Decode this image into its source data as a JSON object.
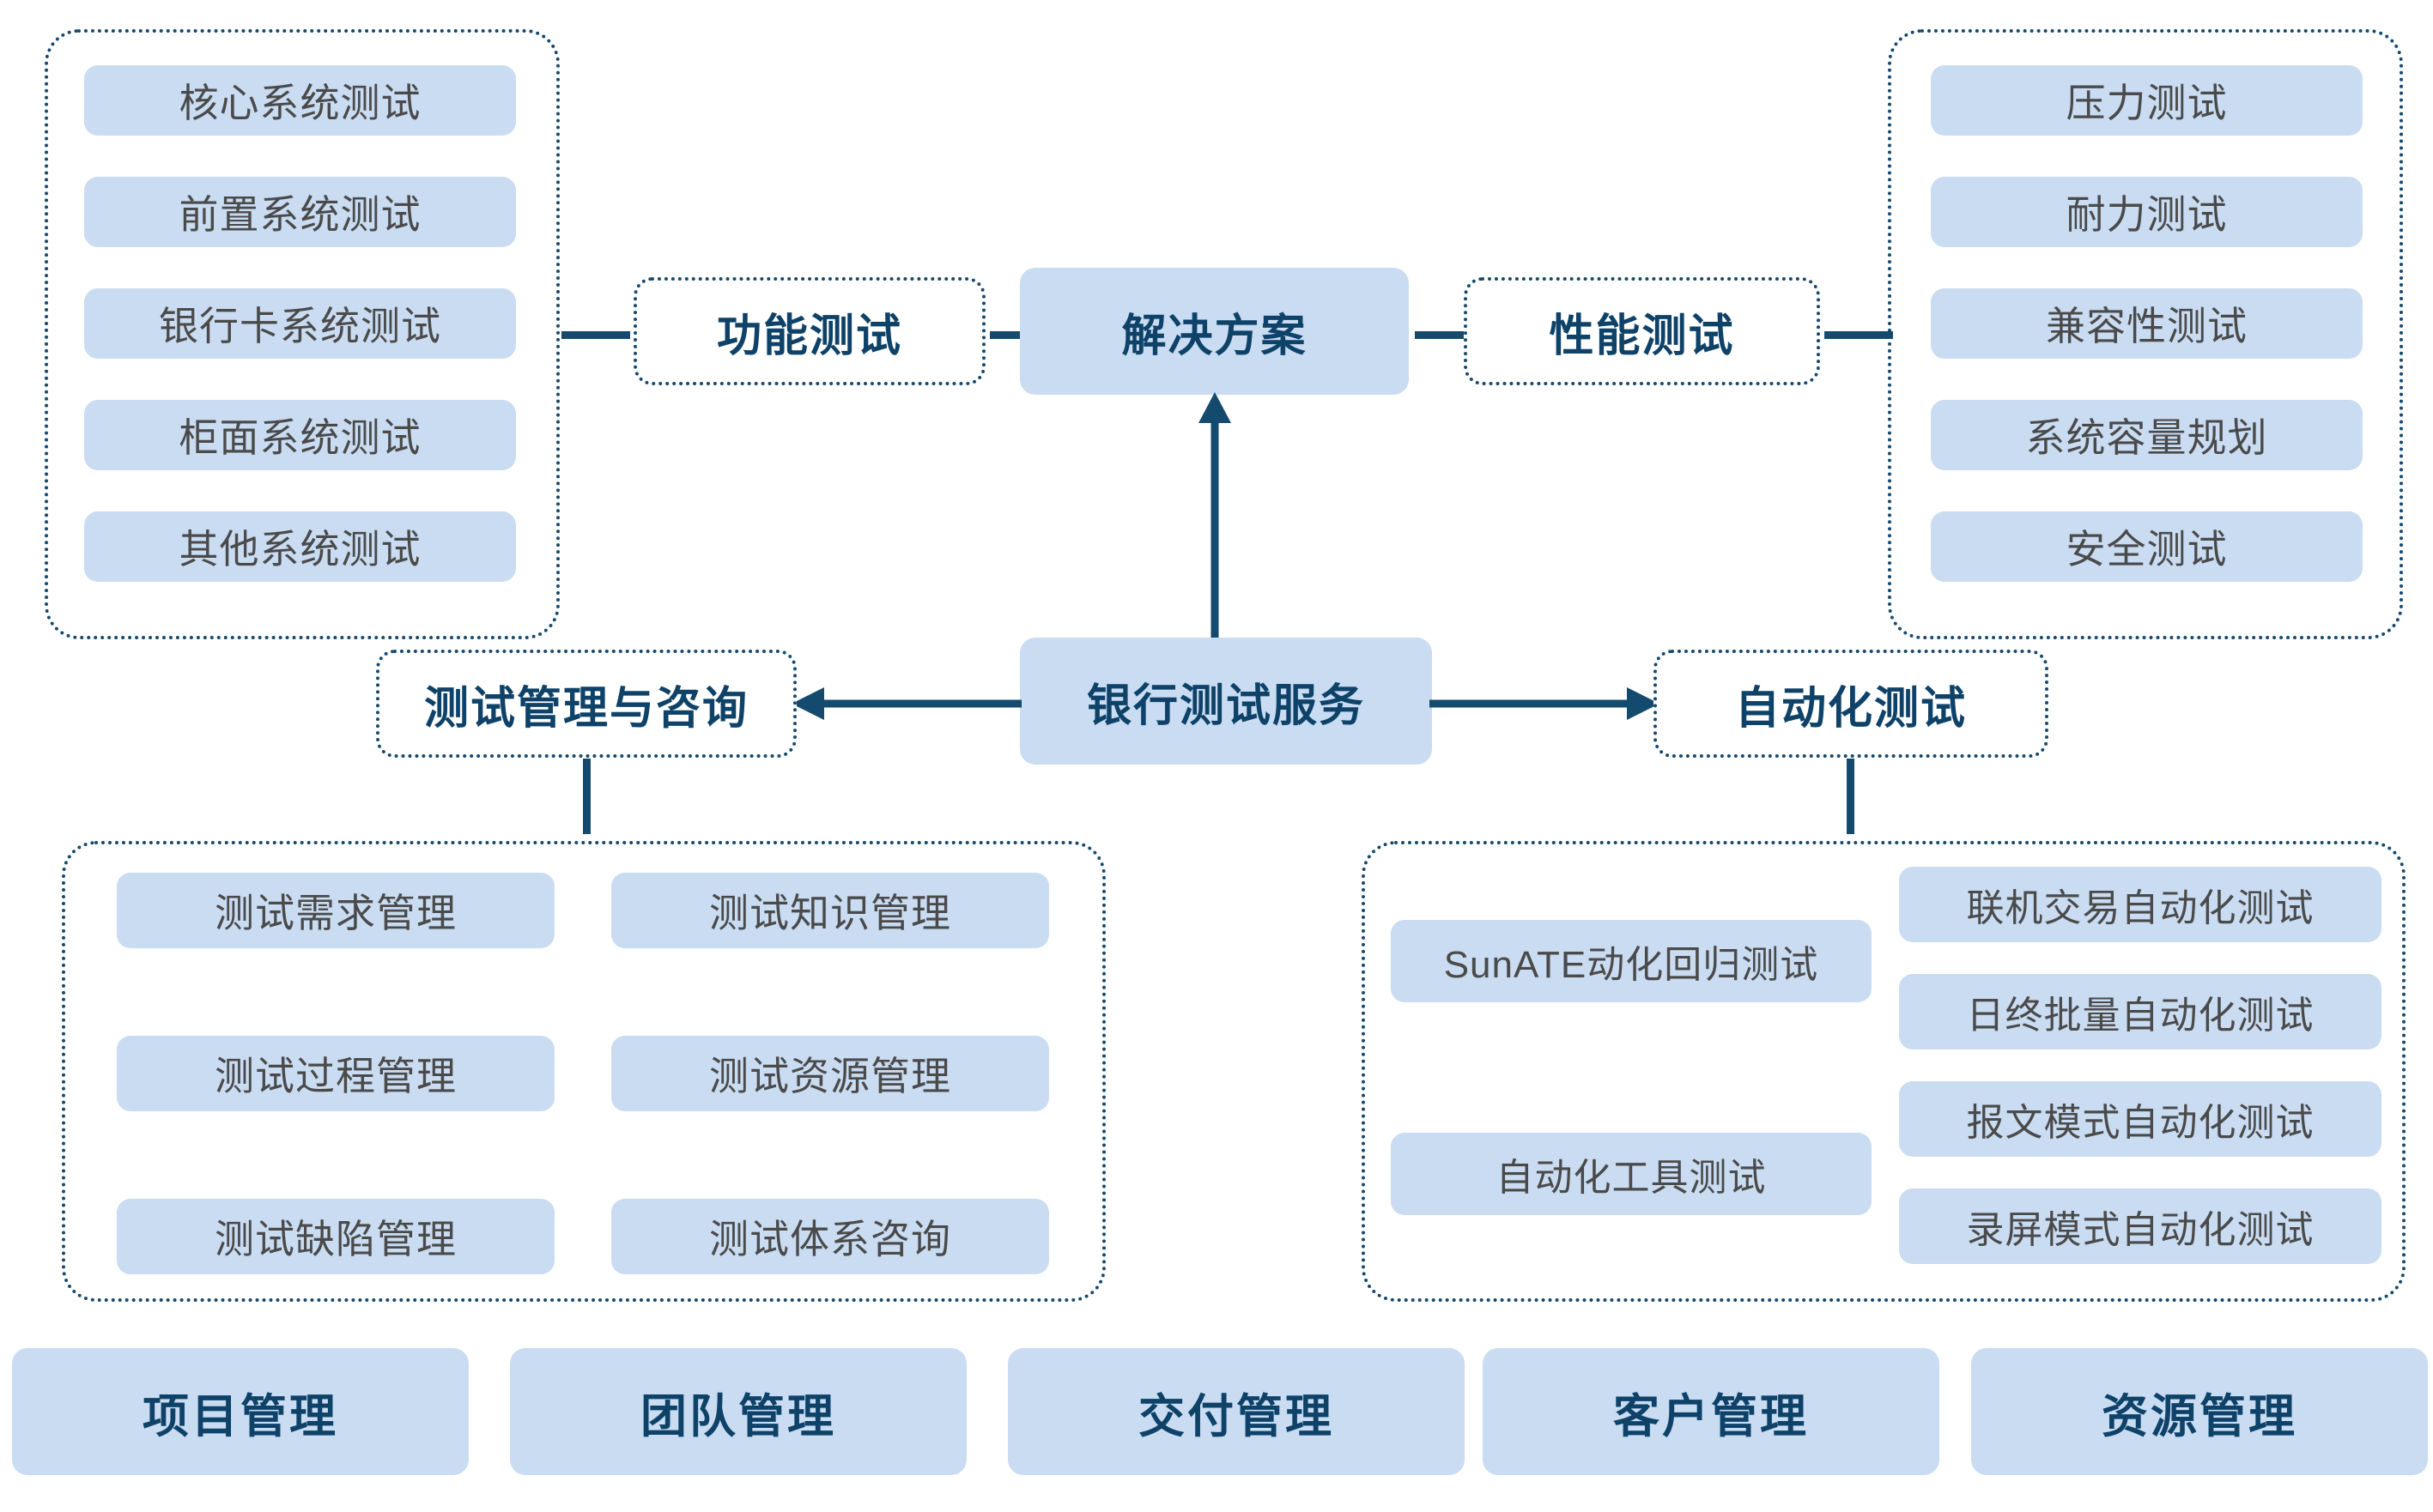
{
  "diagram": {
    "title_node": "解决方案",
    "root_node": "银行测试服务",
    "colors": {
      "chip_fill": "#C9DCF2",
      "node_fill": "#C9DCF2",
      "accent_dark_blue": "#134A6E",
      "chip_text": "#4A4A4A",
      "node_text": "#0E4268",
      "background": "#FFFFFF"
    },
    "branches": {
      "functional": {
        "label": "功能测试",
        "items": [
          "核心系统测试",
          "前置系统测试",
          "银行卡系统测试",
          "柜面系统测试",
          "其他系统测试"
        ]
      },
      "performance": {
        "label": "性能测试",
        "items": [
          "压力测试",
          "耐力测试",
          "兼容性测试",
          "系统容量规划",
          "安全测试"
        ]
      },
      "management": {
        "label": "测试管理与咨询",
        "column_left": [
          "测试需求管理",
          "测试过程管理",
          "测试缺陷管理"
        ],
        "column_right": [
          "测试知识管理",
          "测试资源管理",
          "测试体系咨询"
        ]
      },
      "automation": {
        "label": "自动化测试",
        "column_left": [
          "SunATE动化回归测试",
          "自动化工具测试"
        ],
        "column_right": [
          "联机交易自动化测试",
          "日终批量自动化测试",
          "报文模式自动化测试",
          "录屏模式自动化测试"
        ]
      }
    },
    "footer_cards": [
      "项目管理",
      "团队管理",
      "交付管理",
      "客户管理",
      "资源管理"
    ]
  }
}
